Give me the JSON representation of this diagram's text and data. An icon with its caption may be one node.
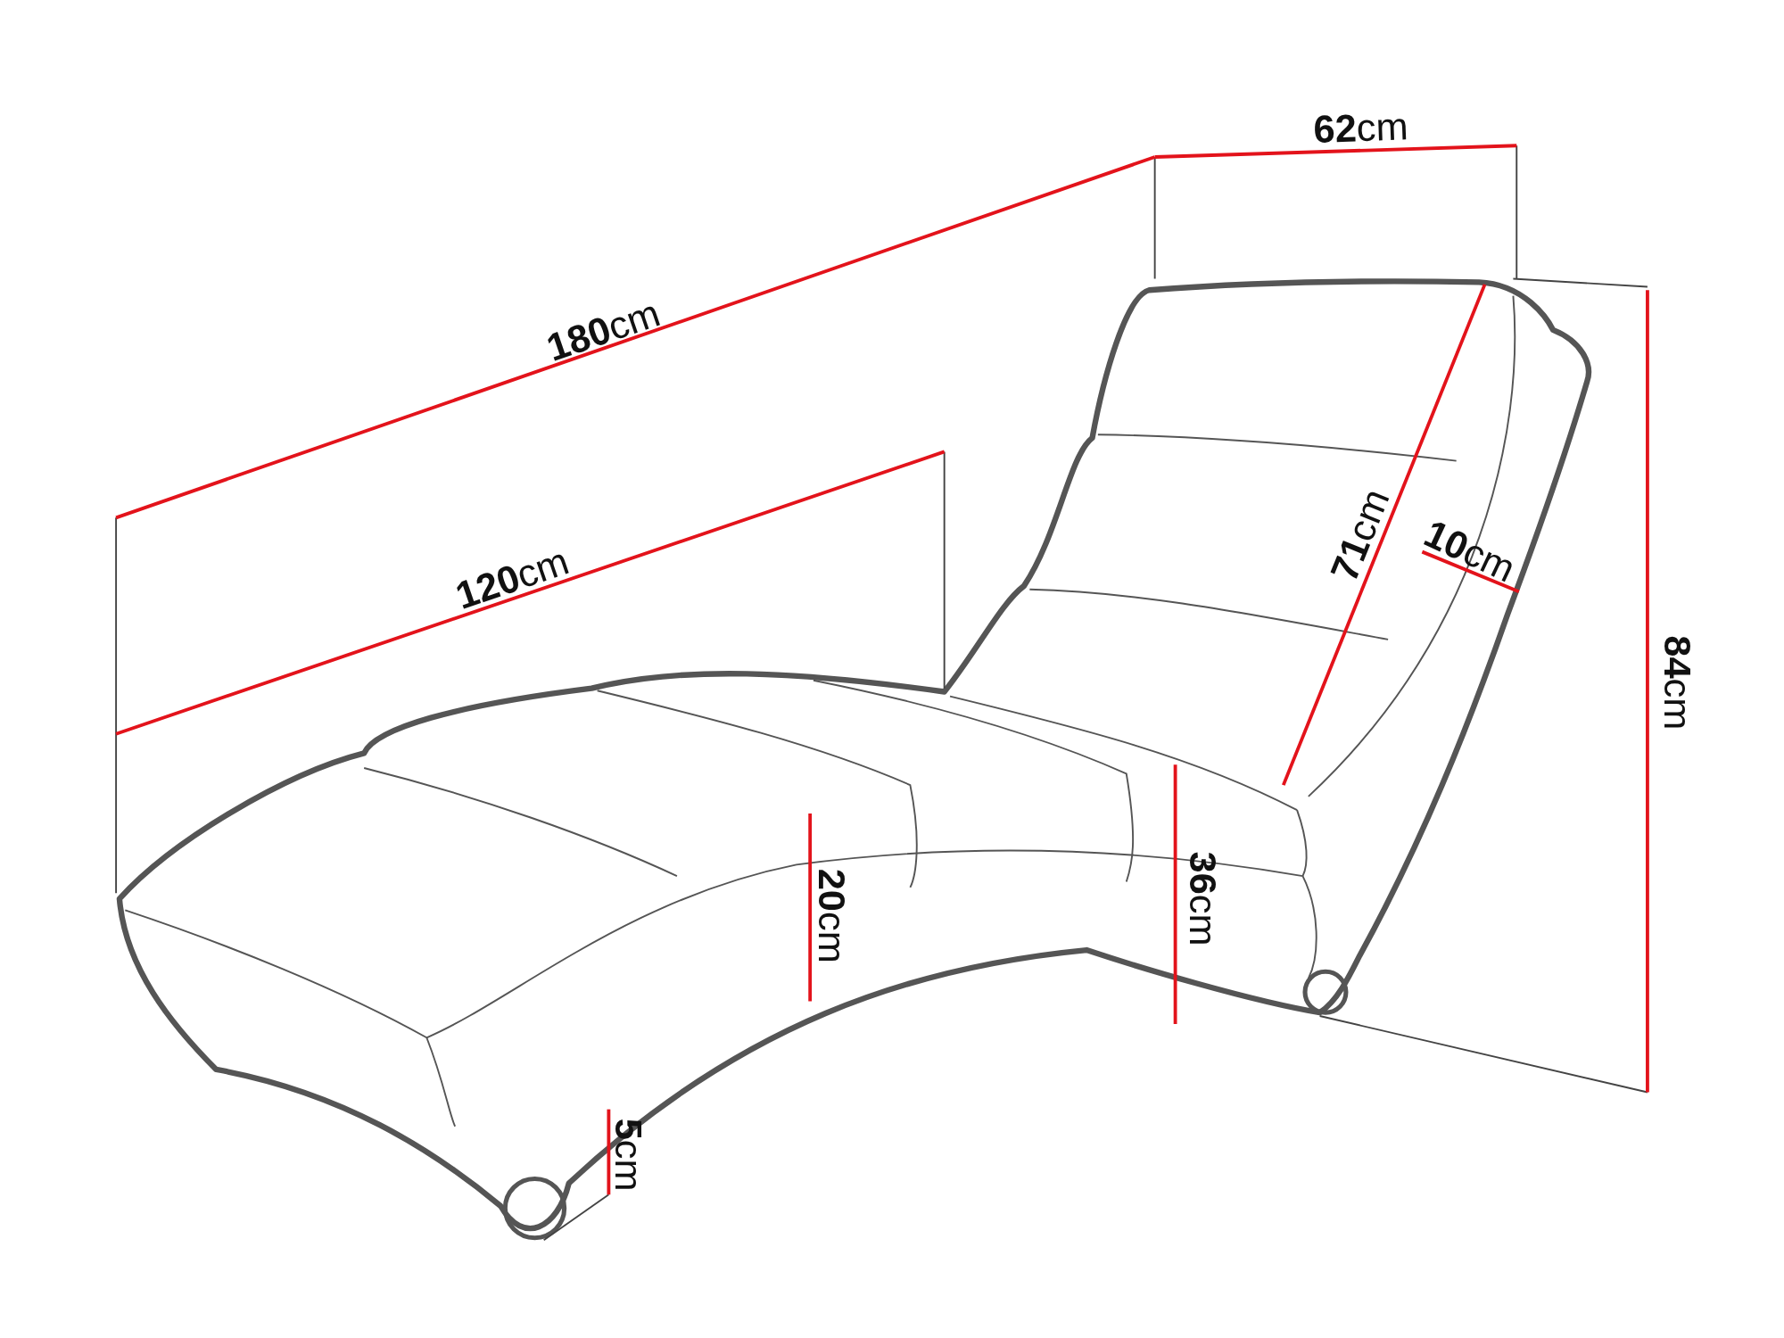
{
  "diagram": {
    "labels": [
      "**62**cm",
      "**180**cm",
      "**120**cm",
      "**71**cm",
      "**10**cm",
      "**84**cm",
      "**20**cm",
      "**36**cm",
      "**5**cm"
    ]
  }
}
